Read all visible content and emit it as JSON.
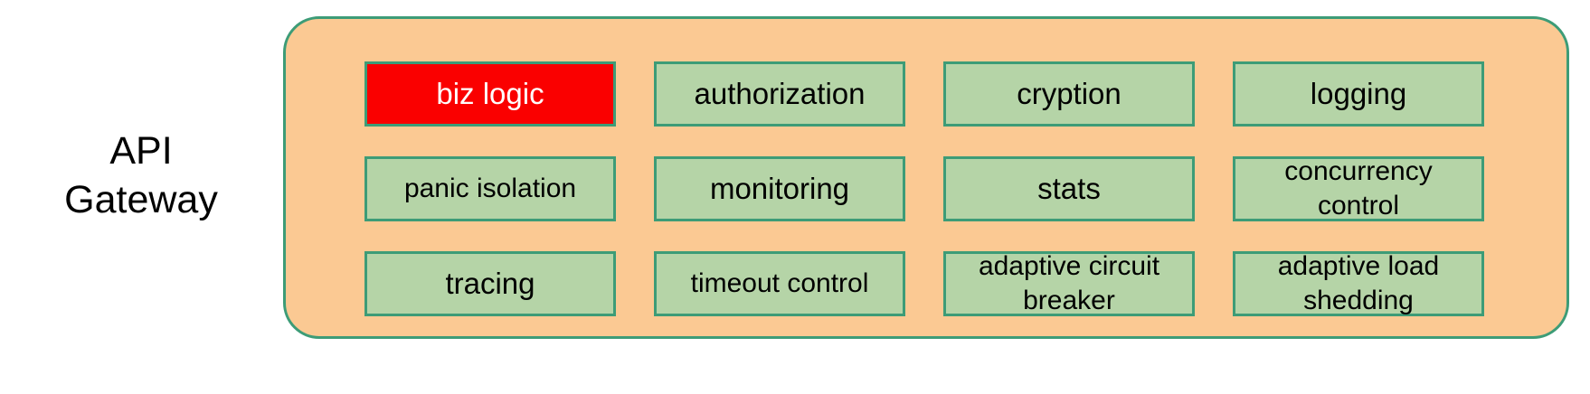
{
  "label": {
    "text": "API\nGateway"
  },
  "colors": {
    "container_fill": "#fbc993",
    "container_border": "#3d9c77",
    "box_fill": "#b5d4a7",
    "box_border": "#3d9c77",
    "highlight_fill": "#fa0000",
    "highlight_text": "#ffffff",
    "text": "#000000",
    "page_background": "#ffffff"
  },
  "components": [
    {
      "label": "biz logic",
      "highlighted": true,
      "small": false
    },
    {
      "label": "authorization",
      "highlighted": false,
      "small": false
    },
    {
      "label": "cryption",
      "highlighted": false,
      "small": false
    },
    {
      "label": "logging",
      "highlighted": false,
      "small": false
    },
    {
      "label": "panic isolation",
      "highlighted": false,
      "small": true
    },
    {
      "label": "monitoring",
      "highlighted": false,
      "small": false
    },
    {
      "label": "stats",
      "highlighted": false,
      "small": false
    },
    {
      "label": "concurrency\ncontrol",
      "highlighted": false,
      "small": true
    },
    {
      "label": "tracing",
      "highlighted": false,
      "small": false
    },
    {
      "label": "timeout control",
      "highlighted": false,
      "small": true
    },
    {
      "label": "adaptive circuit\nbreaker",
      "highlighted": false,
      "small": true
    },
    {
      "label": "adaptive load\nshedding",
      "highlighted": false,
      "small": true
    }
  ]
}
